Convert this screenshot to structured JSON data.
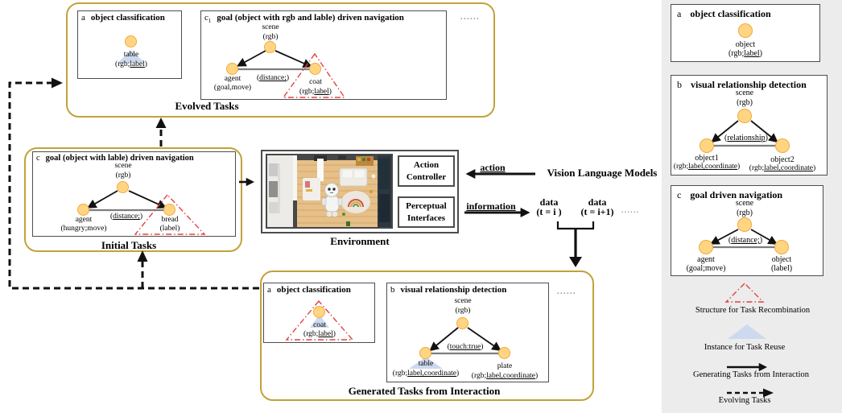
{
  "evolved": {
    "caption": "Evolved Tasks",
    "dots": "......",
    "box_a": {
      "tag": "a",
      "title": "object classification",
      "node": {
        "name": "table",
        "pre": "(rgb;",
        "u": "label",
        "post": ")"
      }
    },
    "box_c1": {
      "tag": "c",
      "sub": "1",
      "title": "goal (object with rgb and lable) driven navigation",
      "scene": {
        "name": "scene",
        "pre": "(rgb)"
      },
      "left": {
        "name": "agent",
        "pre": "(goal,move)"
      },
      "right": {
        "name": "coat",
        "pre": "(rgb;",
        "u": "label",
        "post": ")"
      },
      "edge": {
        "pre": "(",
        "u": "distance;",
        "post": ")"
      }
    }
  },
  "initial": {
    "caption": "Initial Tasks",
    "box_c": {
      "tag": "c",
      "title": "goal (object with lable) driven navigation",
      "scene": {
        "name": "scene",
        "pre": "(rgb)"
      },
      "left": {
        "name": "agent",
        "pre": "(hungry;move)"
      },
      "right": {
        "name": "bread",
        "pre": "(label)"
      },
      "edge": {
        "pre": "(",
        "u": "distance;",
        "post": ")"
      }
    }
  },
  "environment": {
    "caption": "Environment",
    "controller_line1": "Action",
    "controller_line2": "Controller",
    "interfaces_line1": "Perceptual",
    "interfaces_line2": "Interfaces"
  },
  "flow": {
    "action": "action",
    "vlm": "Vision Language Models",
    "information": "information",
    "data1_line1": "data",
    "data1_line2": "(t = i )",
    "data2_line1": "data",
    "data2_line2": "(t = i+1)",
    "dots": "......"
  },
  "generated": {
    "caption": "Generated Tasks from Interaction",
    "dots": "......",
    "box_a": {
      "tag": "a",
      "title": "object classification",
      "node": {
        "name": "coat",
        "pre": "(rgb;",
        "u": "label",
        "post": ")"
      }
    },
    "box_b": {
      "tag": "b",
      "title": "visual relationship detection",
      "scene": {
        "name": "scene",
        "pre": "(rgb)"
      },
      "left": {
        "name": "table",
        "pre": "(rgb;",
        "u": "label,coordinate",
        "post": ")"
      },
      "right": {
        "name": "plate",
        "pre": "(rgb;",
        "u": "label,coordinate",
        "post": ")"
      },
      "edge": {
        "pre": "(",
        "u": "touch:true",
        "post": ")"
      }
    }
  },
  "sidebar": {
    "box_a": {
      "tag": "a",
      "title": "object classification",
      "node": {
        "name": "object",
        "pre": "(rgb;",
        "u": "label",
        "post": ")"
      }
    },
    "box_b": {
      "tag": "b",
      "title": "visual relationship detection",
      "scene": {
        "name": "scene",
        "pre": "(rgb)"
      },
      "left": {
        "name": "object1",
        "pre": "(rgb;",
        "u": "label,coordinate",
        "post": ")"
      },
      "right": {
        "name": "object2",
        "pre": "(rgb;",
        "u": "label,coordinate",
        "post": ")"
      },
      "edge": {
        "pre": "(",
        "u": "relationship",
        "post": ")"
      }
    },
    "box_c": {
      "tag": "c",
      "title": "goal driven navigation",
      "scene": {
        "name": "scene",
        "pre": "(rgb)"
      },
      "left": {
        "name": "agent",
        "pre": "(goal;move)"
      },
      "right": {
        "name": "object",
        "pre": "(label)"
      },
      "edge": {
        "pre": "(",
        "u": "distance;",
        "post": ")"
      }
    },
    "legend": [
      {
        "symbol": "red-dashdot-triangle",
        "label": "Structure for Task Recombination"
      },
      {
        "symbol": "blue-triangle",
        "label": "Instance for Task Reuse"
      },
      {
        "symbol": "solid-arrow",
        "label": "Generating Tasks from Interaction"
      },
      {
        "symbol": "dashed-arrow",
        "label": "Evolving Tasks"
      }
    ]
  },
  "colors": {
    "gold_border": "#C2A23A",
    "node_fill": "#FFD583",
    "node_border": "#F2A93B",
    "reuse_triangle_blue": "#CCD9EE",
    "recombination_red": "#E04343"
  }
}
